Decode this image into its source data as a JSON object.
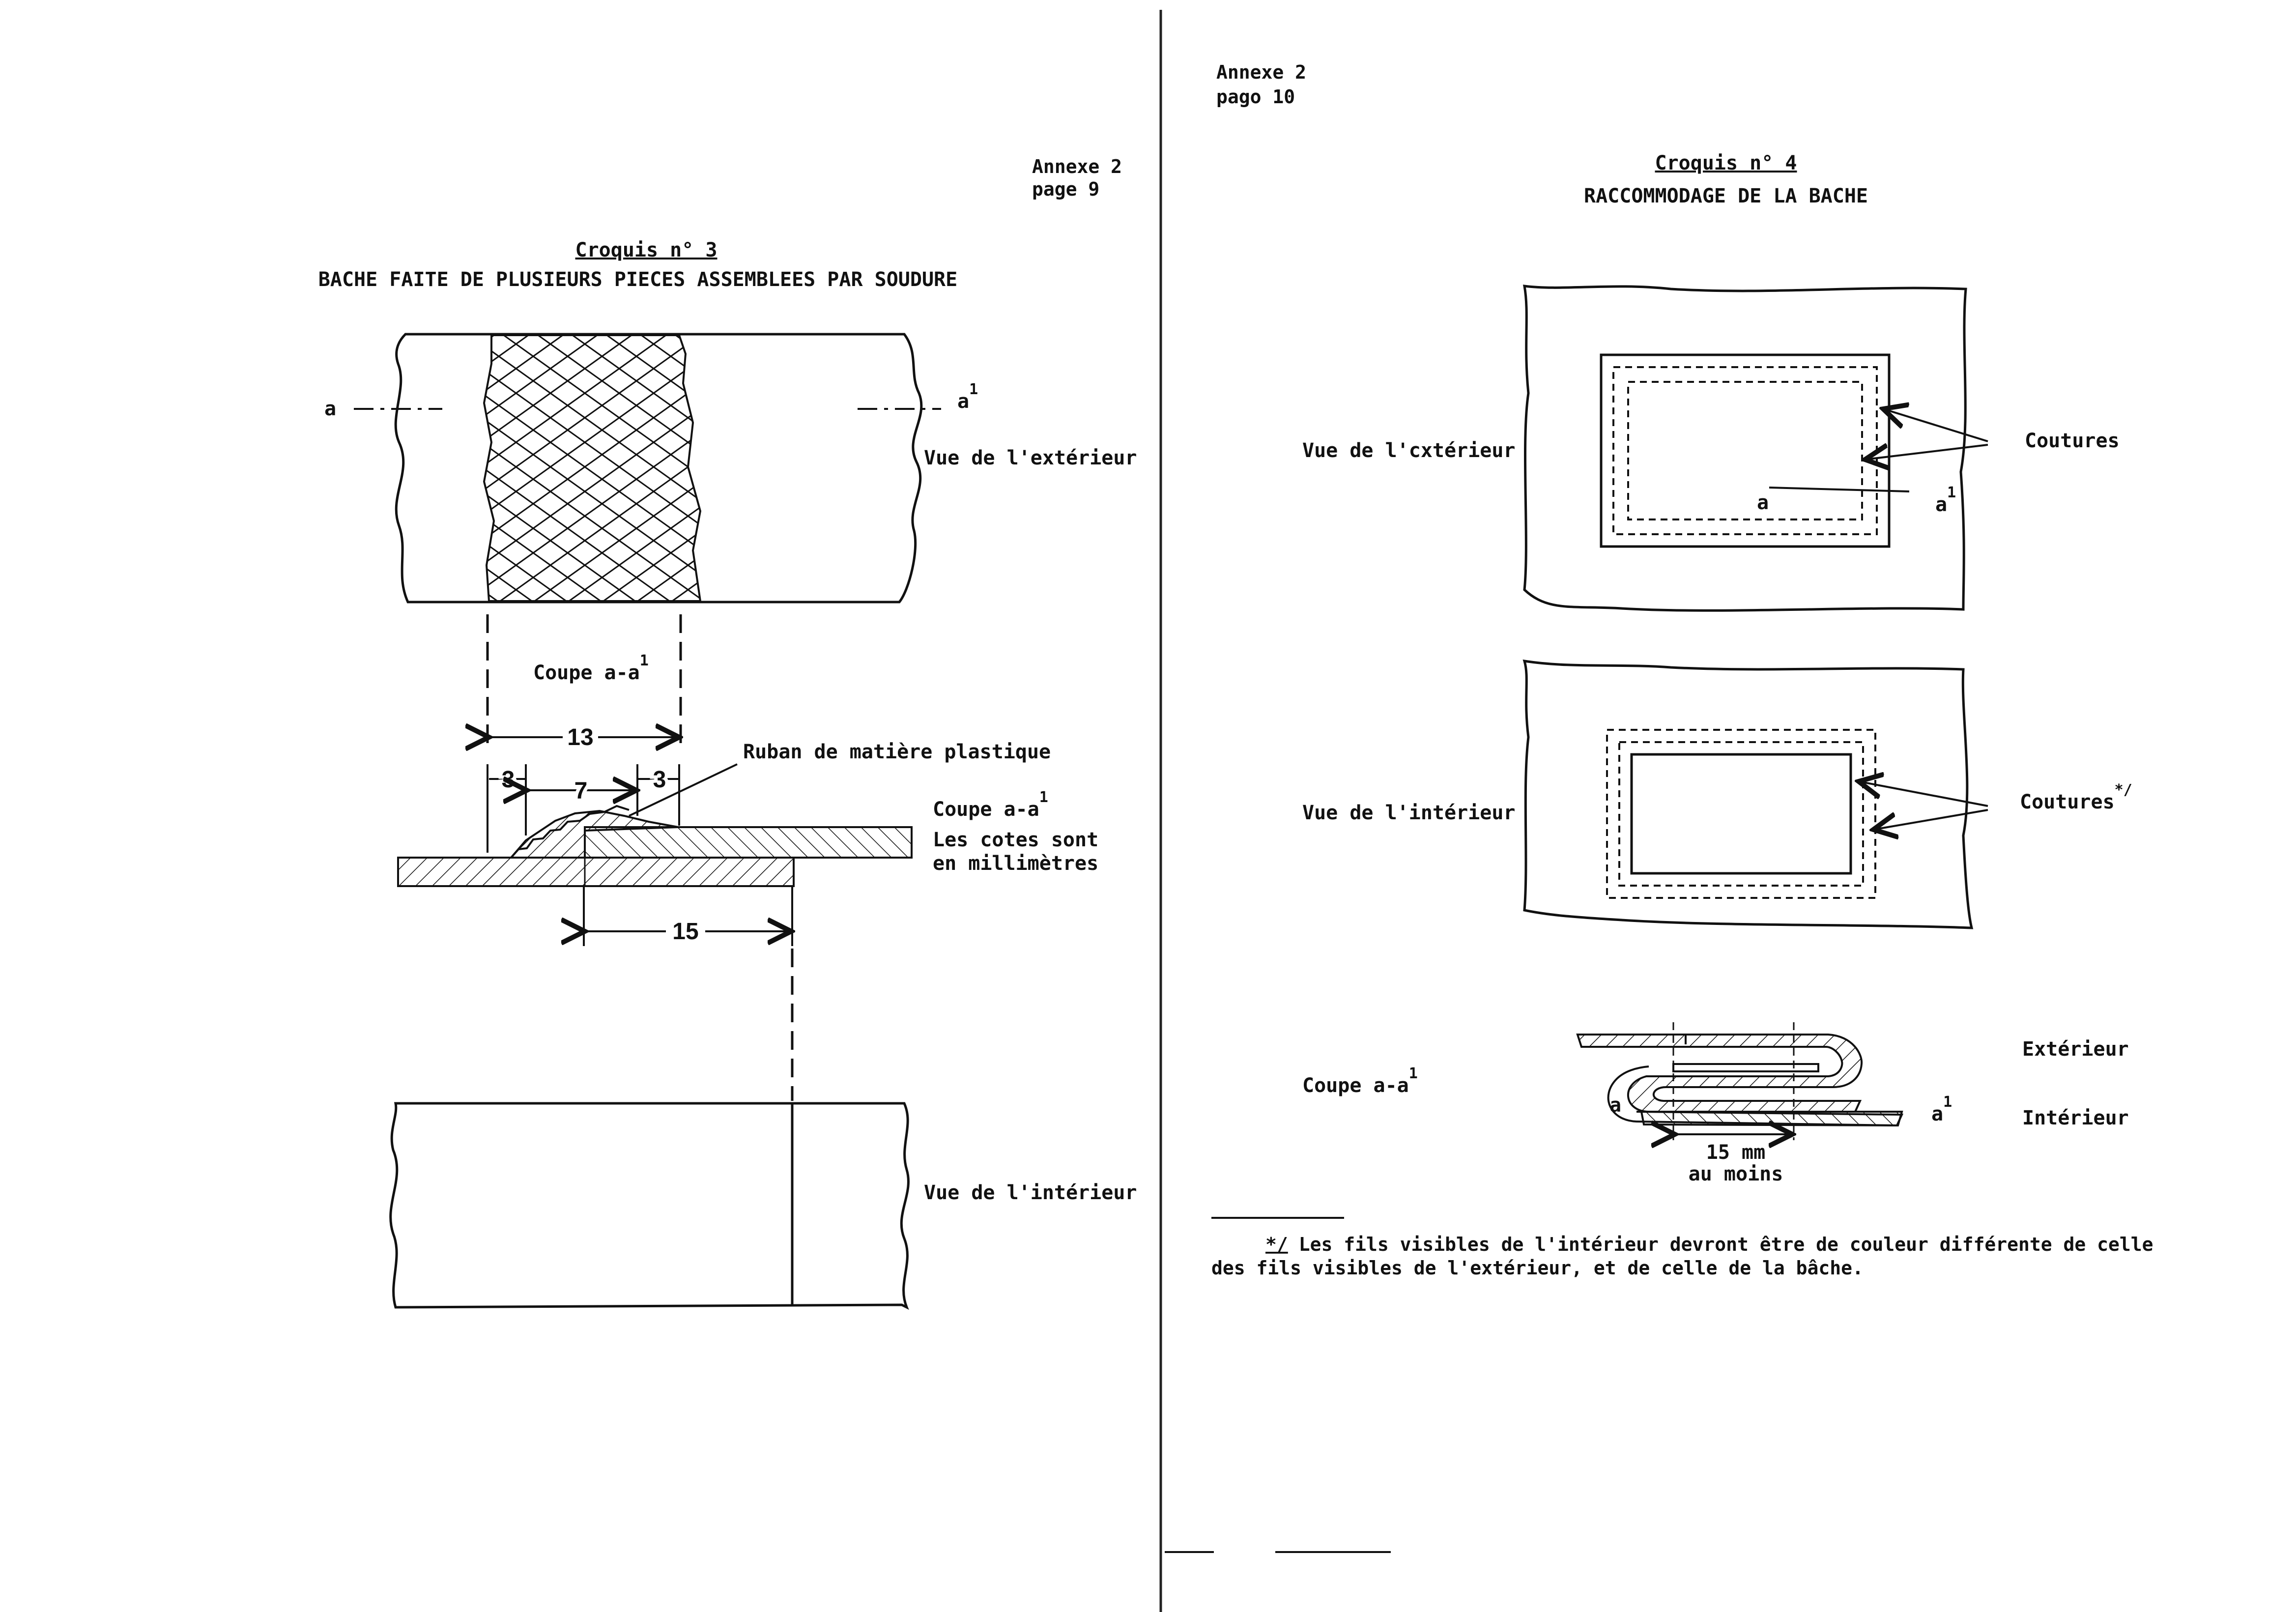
{
  "left_page": {
    "annex": "Annexe 2",
    "page": "page 9",
    "sketch_title": "Croquis n° 3",
    "subtitle": "BACHE FAITE DE PLUSIEURS PIECES ASSEMBLEES PAR SOUDURE",
    "section_start": "a",
    "section_end": "a",
    "section_end_sup": "1",
    "view_exterior": "Vue de l'extérieur",
    "section_label": "Coupe a-a",
    "section_label_sup": "1",
    "section_label_right": "Coupe a-a",
    "section_label_right_sup": "1",
    "tape_label": "Ruban de matière plastique",
    "units_note_line1": "Les cotes sont",
    "units_note_line2": "en millimètres",
    "dimensions": {
      "total": "13",
      "left": "3",
      "middle": "7",
      "right": "3",
      "overlap": "15"
    },
    "view_interior": "Vue de l'intérieur"
  },
  "right_page": {
    "annex": "Annexe 2",
    "page": "pago 10",
    "sketch_title": "Croquis n° 4",
    "subtitle": "RACCOMMODAGE DE LA BACHE",
    "view_exterior": "Vue de l'cxtérieur",
    "seams_label": "Coutures",
    "marker_a": "a",
    "marker_a1": "a",
    "marker_a1_sup": "1",
    "view_interior": "Vue de l'intérieur",
    "seams_label_interior": "Coutures",
    "seams_footnote_mark": "*/",
    "section_label": "Coupe a-a",
    "section_label_sup": "1",
    "exterior_label": "Extérieur",
    "interior_label": "Intérieur",
    "fold_a": "a",
    "fold_a1": "a",
    "fold_a1_sup": "1",
    "min_overlap_line1": "15 mm",
    "min_overlap_line2": "au moins",
    "footnote_mark": "*/",
    "footnote_line1": "Les fils visibles de l'intérieur devront être de couleur différente de celle",
    "footnote_line2": "des fils visibles de l'extérieur, et de celle de la bâche."
  }
}
